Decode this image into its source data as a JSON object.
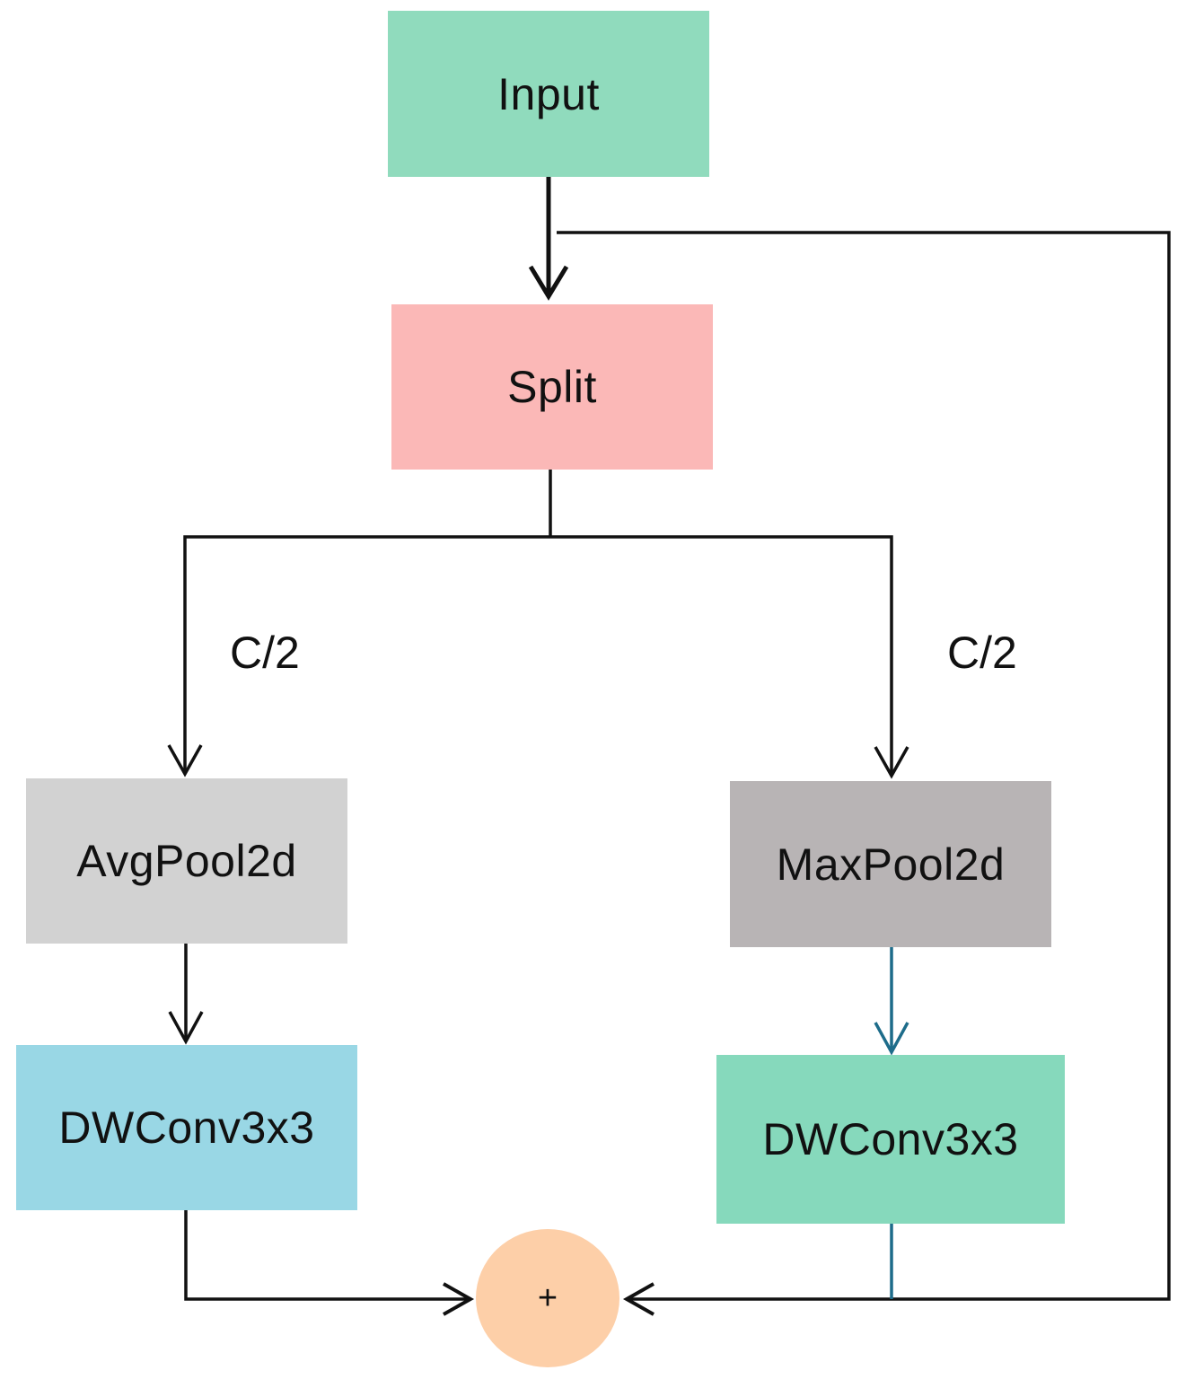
{
  "nodes": {
    "input": {
      "label": "Input",
      "color": "#90dbbd"
    },
    "split": {
      "label": "Split",
      "color": "#fbb8b7"
    },
    "avgpool": {
      "label": "AvgPool2d",
      "color": "#d2d2d2"
    },
    "maxpool": {
      "label": "MaxPool2d",
      "color": "#b8b4b5"
    },
    "dwconv_left": {
      "label": "DWConv3x3",
      "color": "#99d7e5"
    },
    "dwconv_right": {
      "label": "DWConv3x3",
      "color": "#86d9bc"
    }
  },
  "edge_labels": {
    "left": "C/2",
    "right": "C/2"
  },
  "sum_node": {
    "symbol": "+",
    "color": "#fdcfa8"
  },
  "colors": {
    "line": "#111111",
    "teal_line": "#1d6c8a"
  }
}
